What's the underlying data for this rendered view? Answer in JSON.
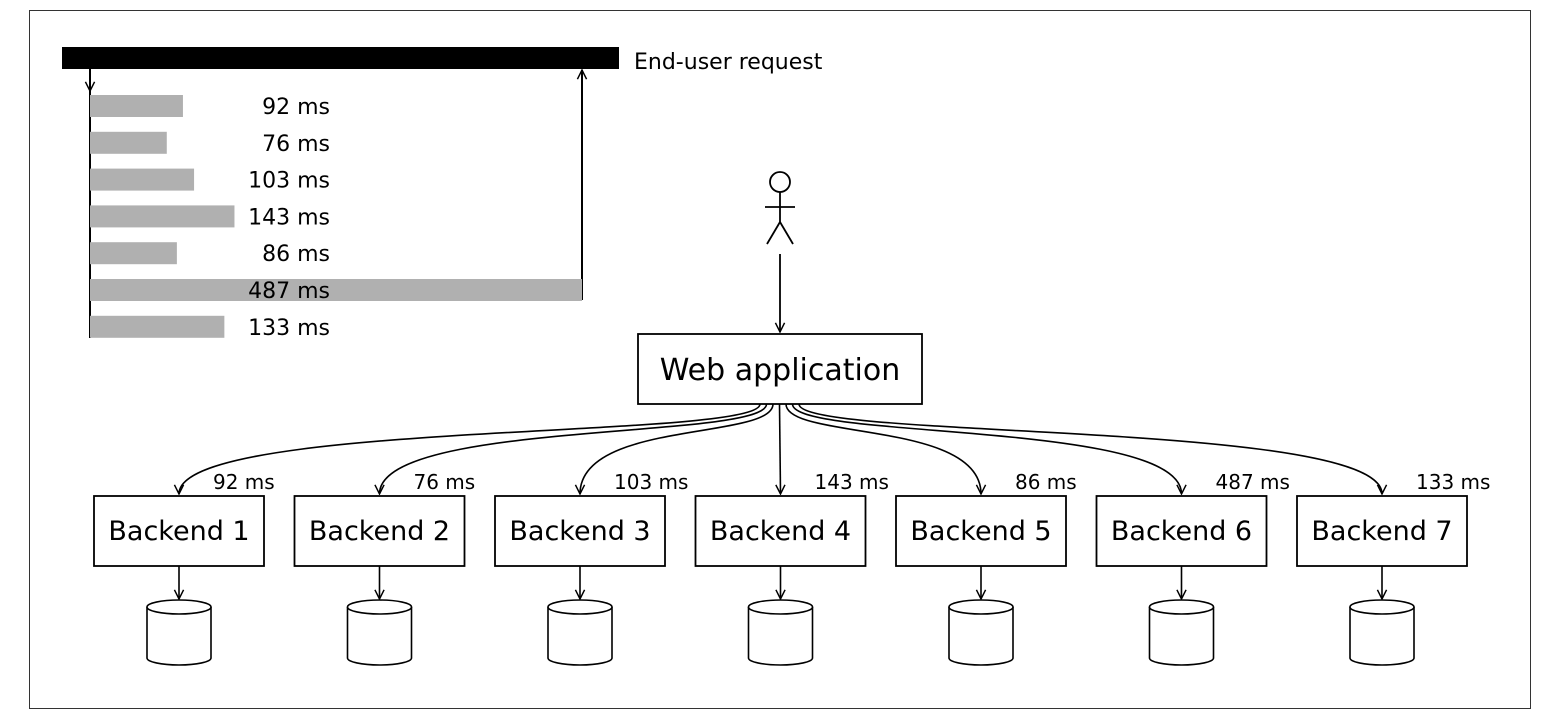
{
  "request_label": "End-user request",
  "web_app_label": "Web application",
  "colors": {
    "bar": "#b0b0b0",
    "ink": "#000000",
    "header": "#000000"
  },
  "chart_data": {
    "type": "bar",
    "categories": [
      "Backend 1",
      "Backend 2",
      "Backend 3",
      "Backend 4",
      "Backend 5",
      "Backend 6",
      "Backend 7"
    ],
    "values": [
      92,
      76,
      103,
      143,
      86,
      487,
      133
    ],
    "labels": [
      "92 ms",
      "76 ms",
      "103 ms",
      "143 ms",
      "86 ms",
      "487 ms",
      "133 ms"
    ],
    "unit": "ms",
    "xlabel": "",
    "ylabel": ""
  },
  "backends": [
    {
      "name": "Backend 1",
      "latency": "92 ms"
    },
    {
      "name": "Backend 2",
      "latency": "76 ms"
    },
    {
      "name": "Backend 3",
      "latency": "103 ms"
    },
    {
      "name": "Backend 4",
      "latency": "143 ms"
    },
    {
      "name": "Backend 5",
      "latency": "86 ms"
    },
    {
      "name": "Backend 6",
      "latency": "487 ms"
    },
    {
      "name": "Backend 7",
      "latency": "133 ms"
    }
  ]
}
